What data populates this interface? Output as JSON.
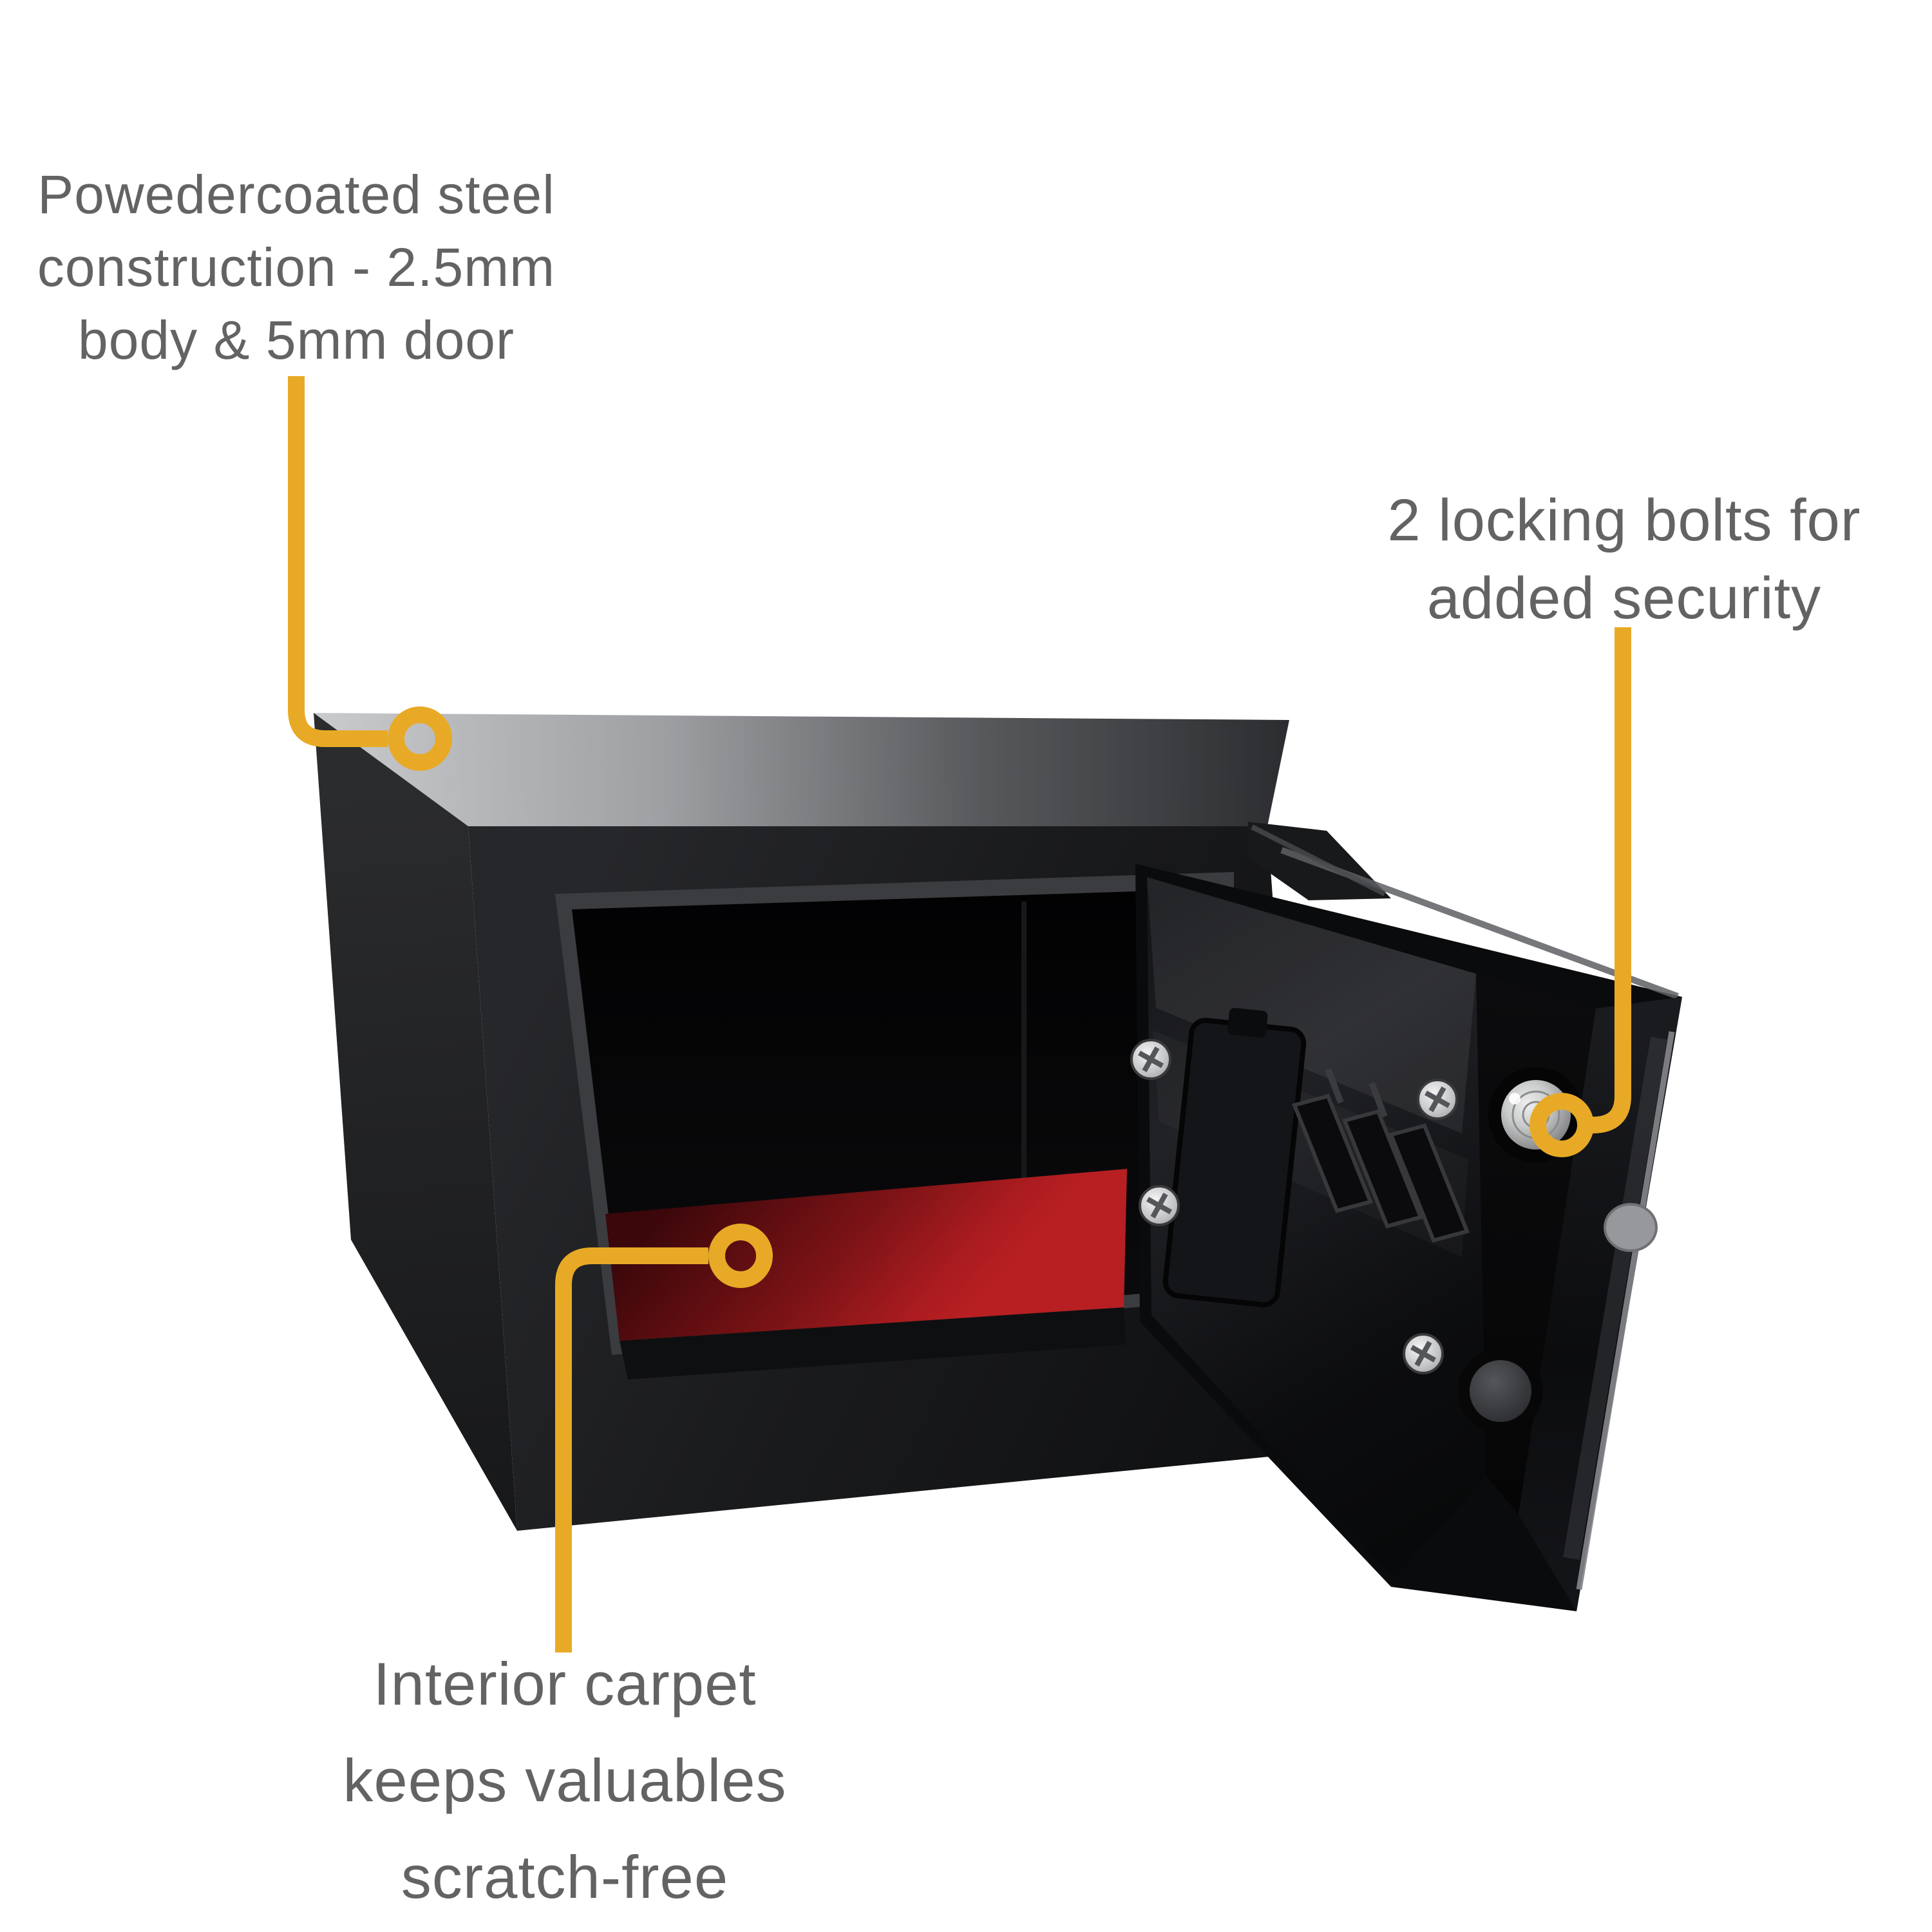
{
  "colors": {
    "background": "#FFFFFF",
    "accent": "#E8AA26",
    "label_text": "#636363",
    "carpet_red": "#A81B1F",
    "safe_black": "#121314"
  },
  "callouts": [
    {
      "id": "construction",
      "lines": [
        "Powedercoated steel",
        "construction - 2.5mm",
        "body & 5mm door"
      ]
    },
    {
      "id": "locking-bolts",
      "lines": [
        "2 locking bolts for",
        "added security"
      ]
    },
    {
      "id": "interior-carpet",
      "lines": [
        "Interior carpet",
        "keeps valuables",
        "scratch-free"
      ]
    }
  ]
}
